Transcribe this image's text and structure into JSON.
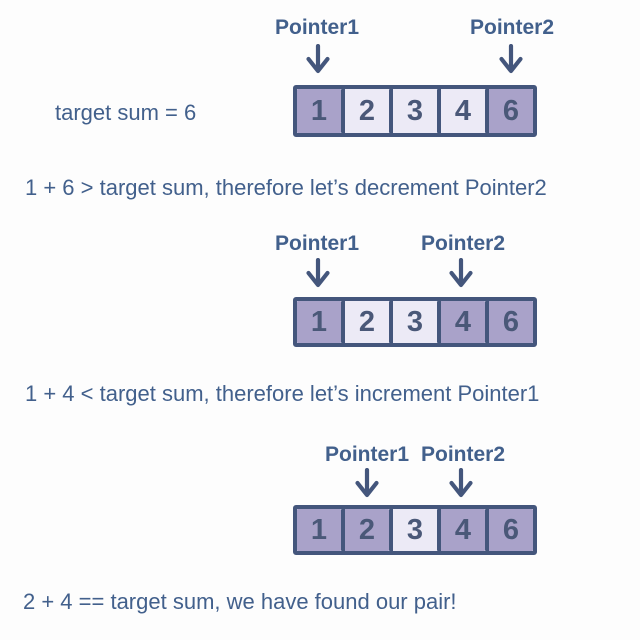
{
  "colors": {
    "background": "#fdfdfd",
    "cell_highlight_fill": "#a9a2c9",
    "cell_normal_fill": "#eceaf6",
    "cell_border": "#44567c",
    "cell_number_text": "#4a5878",
    "label_text": "#42608c"
  },
  "target_sum_label": "target sum = 6",
  "diagrams": [
    {
      "pointers": [
        {
          "label": "Pointer1",
          "cell_index": 0
        },
        {
          "label": "Pointer2",
          "cell_index": 4
        }
      ],
      "cells": [
        {
          "value": "1",
          "highlighted": true
        },
        {
          "value": "2",
          "highlighted": false
        },
        {
          "value": "3",
          "highlighted": false
        },
        {
          "value": "4",
          "highlighted": false
        },
        {
          "value": "6",
          "highlighted": true
        }
      ],
      "caption": "1 + 6 > target sum, therefore let’s decrement Pointer2"
    },
    {
      "pointers": [
        {
          "label": "Pointer1",
          "cell_index": 0
        },
        {
          "label": "Pointer2",
          "cell_index": 3
        }
      ],
      "cells": [
        {
          "value": "1",
          "highlighted": true
        },
        {
          "value": "2",
          "highlighted": false
        },
        {
          "value": "3",
          "highlighted": false
        },
        {
          "value": "4",
          "highlighted": true
        },
        {
          "value": "6",
          "highlighted": true
        }
      ],
      "caption": "1 + 4 < target sum, therefore let’s increment Pointer1"
    },
    {
      "pointers": [
        {
          "label": "Pointer1",
          "cell_index": 1
        },
        {
          "label": "Pointer2",
          "cell_index": 3
        }
      ],
      "cells": [
        {
          "value": "1",
          "highlighted": true
        },
        {
          "value": "2",
          "highlighted": true
        },
        {
          "value": "3",
          "highlighted": false
        },
        {
          "value": "4",
          "highlighted": true
        },
        {
          "value": "6",
          "highlighted": true
        }
      ],
      "caption": "2 + 4 == target sum, we have found our pair!"
    }
  ]
}
